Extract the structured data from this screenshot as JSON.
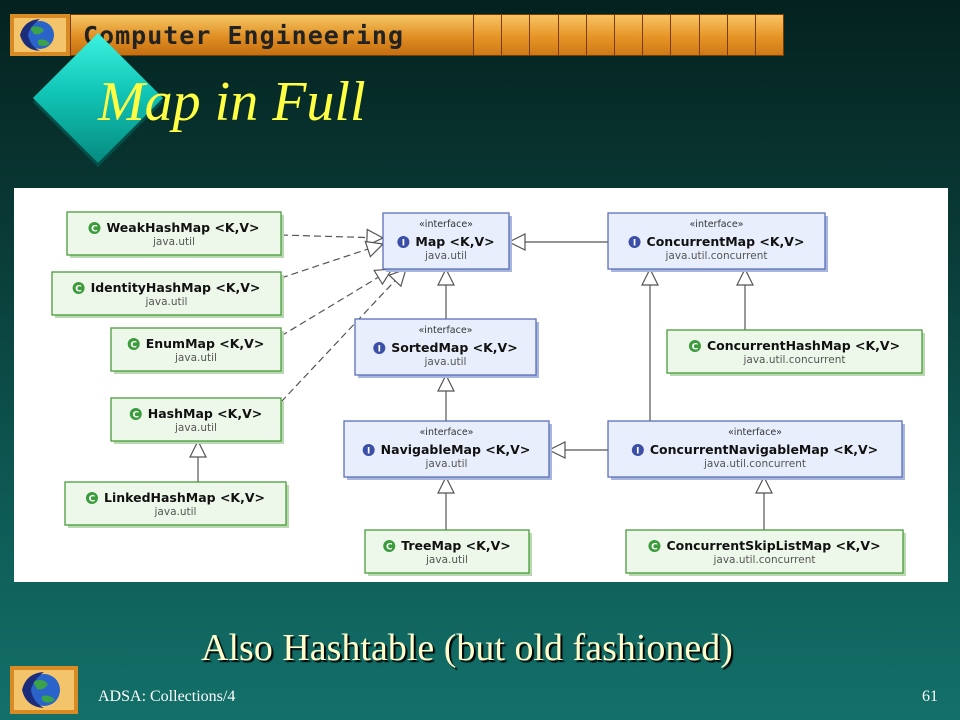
{
  "header": {
    "banner_text": "Computer Engineering"
  },
  "slide": {
    "title": "Map in Full",
    "caption": "Also Hashtable (but old fashioned)"
  },
  "footer": {
    "course": "ADSA: Collections/4",
    "page_number": "61"
  },
  "colors": {
    "title": "#ffff44",
    "caption": "#ffffcc",
    "class_fill": "#edf8ea",
    "class_border": "#4a9c3c",
    "interface_fill": "#e8eefb",
    "interface_border": "#5a6fb8"
  },
  "diagram": {
    "stereotype_label": "«interface»",
    "nodes": [
      {
        "id": "weakhashmap",
        "kind": "class",
        "name": "WeakHashMap <K,V>",
        "package": "java.util"
      },
      {
        "id": "identityhashmap",
        "kind": "class",
        "name": "IdentityHashMap <K,V>",
        "package": "java.util"
      },
      {
        "id": "enummap",
        "kind": "class",
        "name": "EnumMap <K,V>",
        "package": "java.util"
      },
      {
        "id": "hashmap",
        "kind": "class",
        "name": "HashMap <K,V>",
        "package": "java.util"
      },
      {
        "id": "linkedhashmap",
        "kind": "class",
        "name": "LinkedHashMap <K,V>",
        "package": "java.util"
      },
      {
        "id": "map",
        "kind": "interface",
        "name": "Map <K,V>",
        "package": "java.util"
      },
      {
        "id": "sortedmap",
        "kind": "interface",
        "name": "SortedMap <K,V>",
        "package": "java.util"
      },
      {
        "id": "navigablemap",
        "kind": "interface",
        "name": "NavigableMap <K,V>",
        "package": "java.util"
      },
      {
        "id": "treemap",
        "kind": "class",
        "name": "TreeMap <K,V>",
        "package": "java.util"
      },
      {
        "id": "concurrentmap",
        "kind": "interface",
        "name": "ConcurrentMap <K,V>",
        "package": "java.util.concurrent"
      },
      {
        "id": "concurrenthashmap",
        "kind": "class",
        "name": "ConcurrentHashMap <K,V>",
        "package": "java.util.concurrent"
      },
      {
        "id": "concurrentnavigablemap",
        "kind": "interface",
        "name": "ConcurrentNavigableMap <K,V>",
        "package": "java.util.concurrent"
      },
      {
        "id": "concurrentskiplistmap",
        "kind": "class",
        "name": "ConcurrentSkipListMap <K,V>",
        "package": "java.util.concurrent"
      }
    ],
    "edges": [
      {
        "from": "weakhashmap",
        "to": "map",
        "type": "implements"
      },
      {
        "from": "identityhashmap",
        "to": "map",
        "type": "implements"
      },
      {
        "from": "enummap",
        "to": "map",
        "type": "implements"
      },
      {
        "from": "hashmap",
        "to": "map",
        "type": "implements"
      },
      {
        "from": "linkedhashmap",
        "to": "hashmap",
        "type": "extends"
      },
      {
        "from": "sortedmap",
        "to": "map",
        "type": "extends"
      },
      {
        "from": "navigablemap",
        "to": "sortedmap",
        "type": "extends"
      },
      {
        "from": "treemap",
        "to": "navigablemap",
        "type": "implements"
      },
      {
        "from": "concurrentmap",
        "to": "map",
        "type": "extends"
      },
      {
        "from": "concurrenthashmap",
        "to": "concurrentmap",
        "type": "implements"
      },
      {
        "from": "concurrentnavigablemap",
        "to": "concurrentmap",
        "type": "extends"
      },
      {
        "from": "concurrentnavigablemap",
        "to": "navigablemap",
        "type": "extends"
      },
      {
        "from": "concurrentskiplistmap",
        "to": "concurrentnavigablemap",
        "type": "implements"
      }
    ]
  }
}
